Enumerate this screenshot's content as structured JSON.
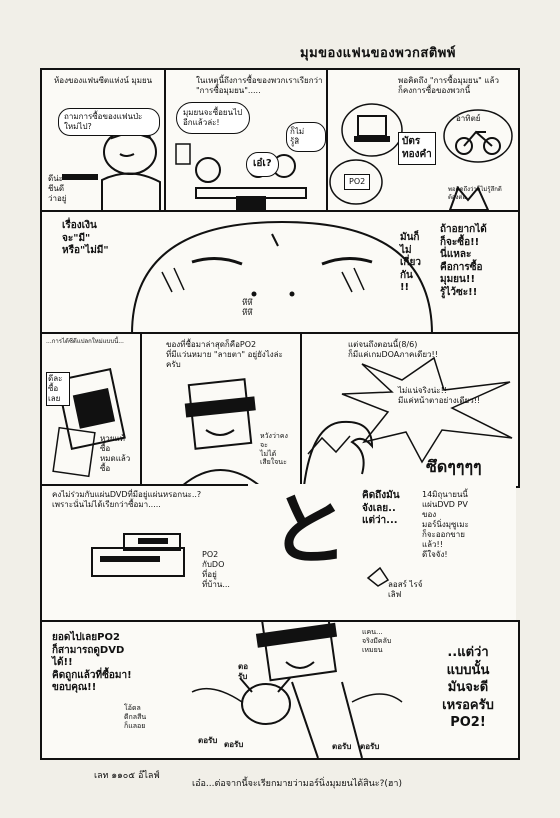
{
  "header": {
    "title": "มุมของแฟนของพวกสติพพ์"
  },
  "panels": {
    "p1": {
      "caption": "ห้องของแฟนซีตแห่งน์ มุมยน",
      "bubble": "ถามการซื้อของแฟนป่ะใหม่ไป?",
      "side": "ดีน่ะ\nชีนดี\nว่าอยู่"
    },
    "p2": {
      "caption": "ในเหตุนี้ถึงการซื้อของพวกเราเรียกว่า \"การซื้อมุมยน\".....",
      "bubble_left": "มุมยนจะซื้อยนไป\nอีกแล้วล่ะ!",
      "bubble_center": "เอ๋เ?",
      "bubble_right": "ก็ไม่\nรู้สิ"
    },
    "p3": {
      "caption": "พอคิดถึง \"การซื้อมุมยน\" แล้ว\nก็คงการซื้อของพวกนี้",
      "box1": "บัตร\nทองคำ",
      "box2": "PO2",
      "bike": "อาทิตย์",
      "side": "พอคิดถึงว่าก็ไม่รู้สึกดี\nต้องต่อ"
    },
    "p4": {
      "left": "เรื่องเงิน\nจะ\"มี\"\nหรือ\"ไม่มี\"",
      "mid": "มันก็\nไม่\nเกี่ยว\nกัน\n!!",
      "right": "ถ้าอยากได้\nก็จะซื้อ!!\nนี่แหละ\nคือการซื้อ\nมุมยน!!\nรู้ไว้ซะ!!",
      "sound": "หึหึ\nหึหึ"
    },
    "p5": {
      "caption": "...การได้ซีดีแปลกใหม่แบบนี้...",
      "side": "ดีละ\nซื้อ\nเลย",
      "card": "หวยแท้\nซื้อ\nหมดแล้ว\nซื้อ"
    },
    "p6": {
      "caption": "ของที่ซื้อมาล่าสุดก็คือPO2\nที่มีแว่นหมาย \"ลายตา\" อยู่ยังไงล่ะครับ",
      "side": "หวังว่าคง\nจะ\nไม่ได้\nเสียใจนะ"
    },
    "p7": {
      "caption": "แต่จนถึงตอนนี้(8/6)\nก็มีแค่เกมDOAภาคเดียว!!",
      "bubble": "ไม่แน่จริงน่ะ!!\nมีแค่หน้าตาอย่างเดียว!!",
      "sound": "ซึดๆๆๆๆ"
    },
    "p8": {
      "caption": "คงไม่ร่วมกับแผ่นDVDที่มีอยู่แผ่นหรอกนะ..?\nเพราะนั่นไม่ได้เรียกว่าซื้อมา.....",
      "note": "PO2\nกับDO\nที่อยู่\nที่บ้าน..."
    },
    "p9": {
      "big": "と"
    },
    "p10": {
      "left": "คิดถึงมัน\nจังเลย..\nแต่ว่า...",
      "right": "14มิถุนายนนี้\nแผ่นDVD PV\nของ\nมอร์นิ่งมุซูเมะ\nก็จะออกขาย\nแล้ว!!\nดีใจจัง!",
      "sign": "ลอสร์ ไรจ์\nเลิฟ"
    },
    "p11": {
      "left": "ยอดไปเลยPO2\nก็สามารถดูDVD\nได้!!\nคิดถูกแล้วที่ซื้อมา!\nขอบคุณ!!",
      "mid": "แคน...\nจริงมีคลับ\nเหมยน",
      "sub": "โอ้ดล\nดีกลสีน\nก็แลอย",
      "right": "..แต่ว่า\nแบบนั้น\nมันจะดี\nเหรอครับ\nPO2!",
      "sfx1": "ตอรับ",
      "sfx2": "ตอรับ",
      "sfx3": "ตอรับ",
      "sfx4": "ตอรับ",
      "sfx5": "ตอ\nรับ"
    }
  },
  "footer": {
    "left": "เลท ๑๑๐๕ อ๊ไลฟ์",
    "right": "เอ๋อ...ต่อจากนี้จะเรียกมายว่ามอร์นิ่งมุมยนได้สินะ?(ฮา)"
  }
}
